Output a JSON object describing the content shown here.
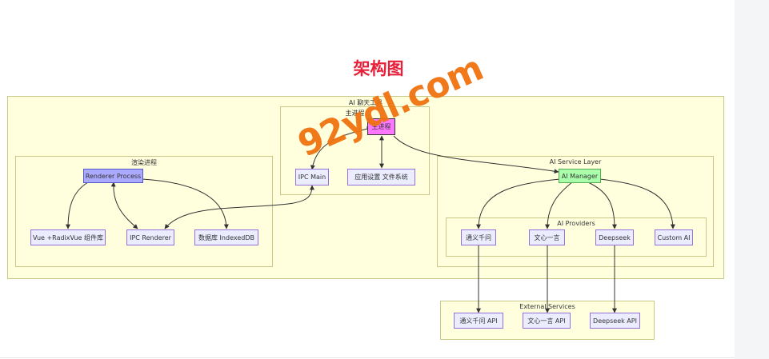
{
  "title": "架构图",
  "watermark": "92ydl.com",
  "groups": {
    "ai_chat_tool": "AI 聊天工具",
    "main_process": "主进程",
    "renderer_process": "渲染进程",
    "ai_service_layer": "AI Service Layer",
    "ai_providers": "AI Providers",
    "external_services": "External Services"
  },
  "nodes": {
    "main": "主进程",
    "ipc_main": "IPC Main",
    "app_settings": "应用设置 文件系统",
    "renderer_process": "Renderer Process",
    "vue_radix": "Vue +RadixVue 组件库",
    "ipc_renderer": "IPC Renderer",
    "indexeddb": "数据库 IndexedDB",
    "ai_manager": "AI Manager",
    "tongyi": "通义千问",
    "wenxin": "文心一言",
    "deepseek": "Deepseek",
    "custom_ai": "Custom AI",
    "tongyi_api": "通义千问 API",
    "wenxin_api": "文心一言 API",
    "deepseek_api": "Deepseek API"
  },
  "colors": {
    "group_fill": "#ffffde",
    "node_fill": "#ececff",
    "renderer_fill": "#aaaaff",
    "ai_manager_fill": "#aaffaa",
    "main_fill": "#ff77ff",
    "title_color": "#e8203a",
    "watermark_color": "#f0720f"
  }
}
